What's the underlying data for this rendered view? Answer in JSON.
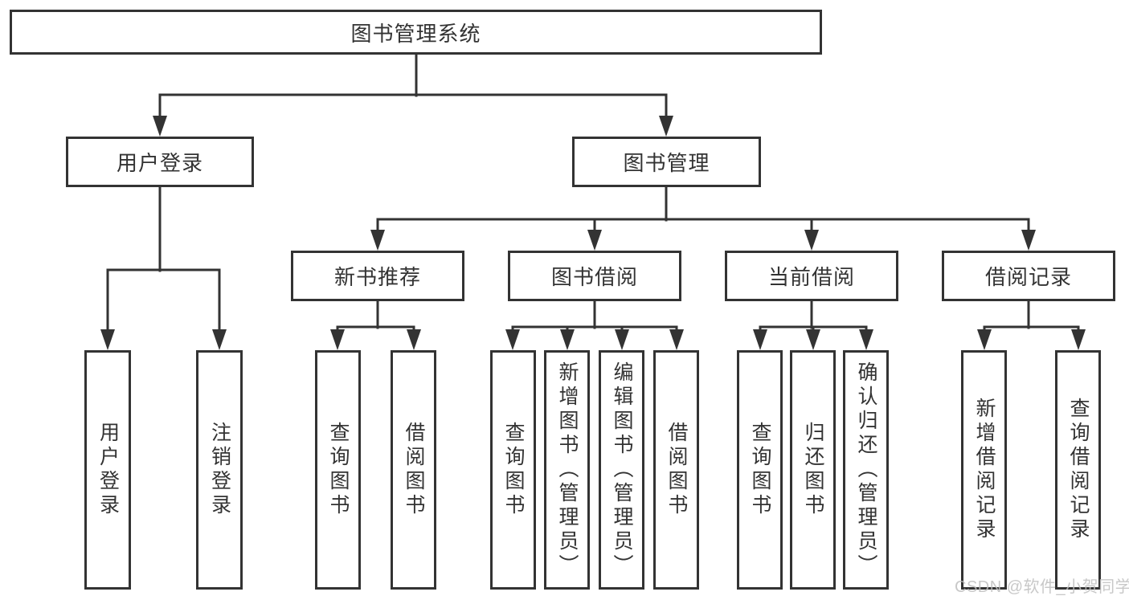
{
  "tree": {
    "root": {
      "label": "图书管理系统"
    },
    "branches": [
      {
        "label": "用户登录",
        "children": [
          {
            "label": "用户登录"
          },
          {
            "label": "注销登录"
          }
        ]
      },
      {
        "label": "图书管理",
        "children": [
          {
            "label": "新书推荐",
            "children": [
              {
                "label": "查询图书"
              },
              {
                "label": "借阅图书"
              }
            ]
          },
          {
            "label": "图书借阅",
            "children": [
              {
                "label": "查询图书"
              },
              {
                "label": "新增图书（管理员）"
              },
              {
                "label": "编辑图书（管理员）"
              },
              {
                "label": "借阅图书"
              }
            ]
          },
          {
            "label": "当前借阅",
            "children": [
              {
                "label": "查询图书"
              },
              {
                "label": "归还图书"
              },
              {
                "label": "确认归还（管理员）"
              }
            ]
          },
          {
            "label": "借阅记录",
            "children": [
              {
                "label": "新增借阅记录"
              },
              {
                "label": "查询借阅记录"
              }
            ]
          }
        ]
      }
    ]
  },
  "watermark": "CSDN @软件_小贺同学",
  "colors": {
    "line": "#333333",
    "text": "#333333",
    "box_fill": "#ffffff",
    "watermark": "#bfbfbf",
    "background": "#ffffff"
  }
}
